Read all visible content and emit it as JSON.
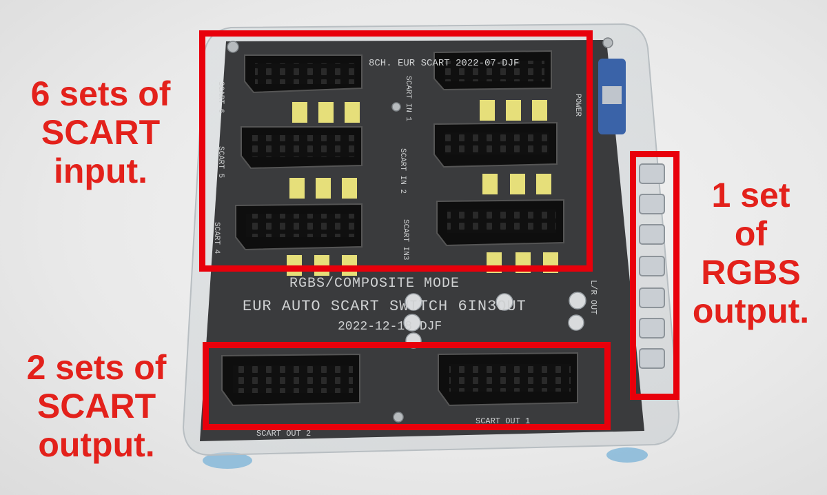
{
  "labels": {
    "input": [
      "6 sets of",
      "SCART",
      "input."
    ],
    "output": [
      "2 sets of",
      "SCART",
      "output."
    ],
    "rgbs": [
      "1 set",
      "of",
      "RGBS",
      "output."
    ]
  },
  "board": {
    "mode_text": "RGBS/COMPOSITE MODE",
    "title_text": "EUR AUTO SCART SWITCH 6IN3OUT",
    "date_text": "2022-12-18 DJF",
    "header_text": "8CH. EUR SCART 2022-07-DJF",
    "silk": [
      "SCART 6",
      "SCART 5",
      "SCART 4",
      "SCART IN 1",
      "SCART IN 2",
      "SCART IN3",
      "POWER",
      "L/R OUT",
      "SCART OUT 2",
      "SCART OUT 1"
    ]
  },
  "colors": {
    "highlight": "#e8000b",
    "label_text": "#e3211b",
    "pcb": "#3a3b3d",
    "relay": "#e6df7a"
  }
}
